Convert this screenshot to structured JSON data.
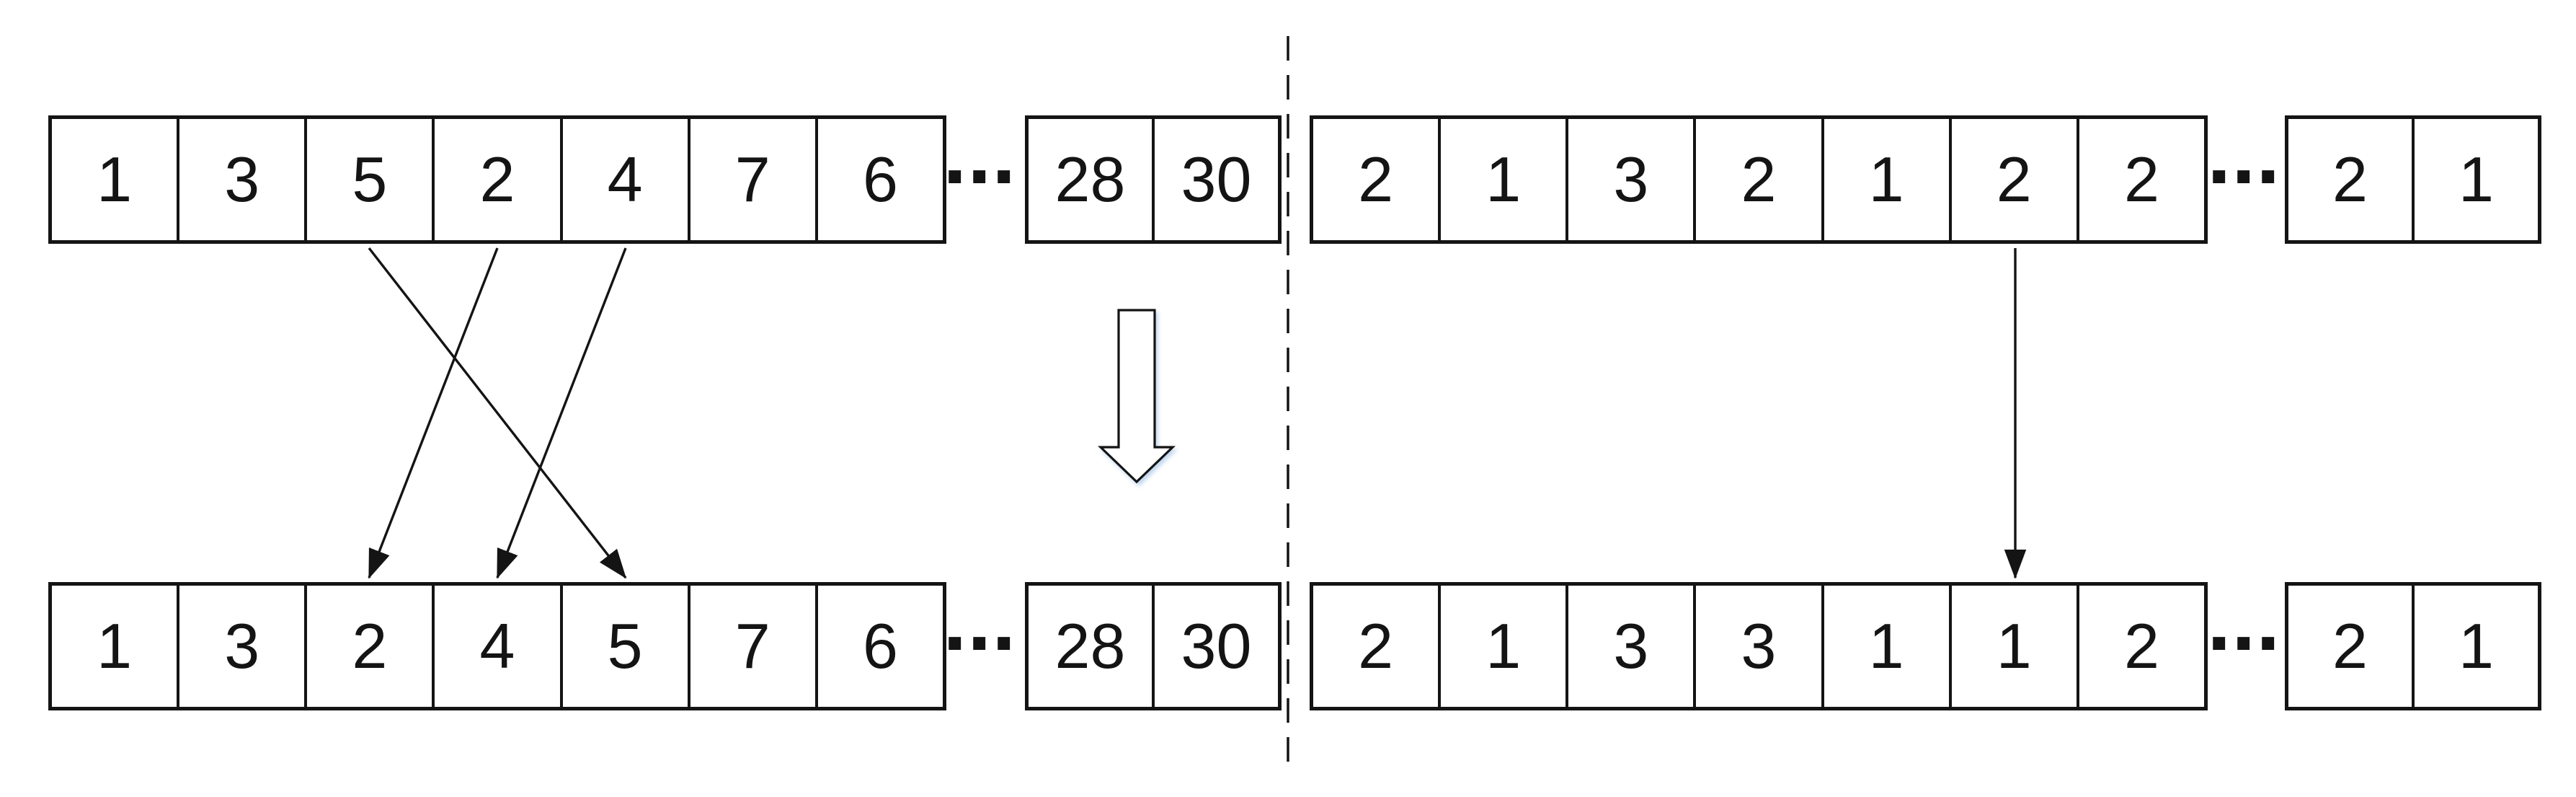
{
  "figure": {
    "colors": {
      "line": "#141414",
      "background": "#ffffff",
      "block_arrow_fill": "#ffffff"
    },
    "arrays": {
      "top_left": {
        "cells": [
          "1",
          "3",
          "5",
          "2",
          "4",
          "7",
          "6"
        ],
        "ellipsis": "···",
        "tail": [
          "28",
          "30"
        ]
      },
      "top_right": {
        "cells": [
          "2",
          "1",
          "3",
          "2",
          "1",
          "2",
          "2"
        ],
        "ellipsis": "···",
        "tail": [
          "2",
          "1"
        ]
      },
      "bottom_left": {
        "cells": [
          "1",
          "3",
          "2",
          "4",
          "5",
          "7",
          "6"
        ],
        "ellipsis": "···",
        "tail": [
          "28",
          "30"
        ]
      },
      "bottom_right": {
        "cells": [
          "2",
          "1",
          "3",
          "3",
          "1",
          "1",
          "2"
        ],
        "ellipsis": "···",
        "tail": [
          "2",
          "1"
        ]
      }
    },
    "left_swap_arrows": [
      {
        "from_cell_index": 2,
        "from_value": "5",
        "to_cell_index": 4
      },
      {
        "from_cell_index": 3,
        "from_value": "2",
        "to_cell_index": 2
      },
      {
        "from_cell_index": 4,
        "from_value": "4",
        "to_cell_index": 3
      }
    ],
    "right_arrows": [
      {
        "from_cell_index": 5,
        "from_value": "2",
        "to_cell_index": 5
      }
    ]
  }
}
